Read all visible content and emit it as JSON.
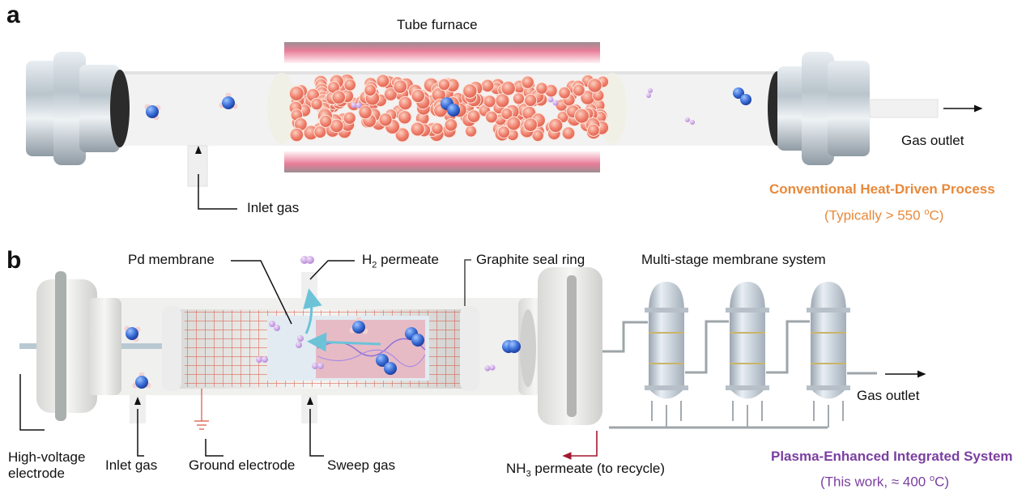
{
  "figure": {
    "panels": [
      {
        "letter": "a",
        "labels": {
          "furnace": "Tube furnace",
          "inlet": "Inlet gas",
          "outlet": "Gas outlet"
        },
        "caption_title": "Conventional Heat-Driven Process",
        "caption_sub_prefix": "(Typically > 550 ",
        "caption_sub_unit_sup": "o",
        "caption_sub_suffix": "C)",
        "accent_color": "#e8893a"
      },
      {
        "letter": "b",
        "labels": {
          "pd_membrane": "Pd membrane",
          "h2_prefix": "H",
          "h2_sub": "2",
          "h2_suffix": " permeate",
          "seal_ring": "Graphite seal ring",
          "multistage": "Multi-stage membrane system",
          "hv_line1": "High-voltage",
          "hv_line2": "electrode",
          "inlet": "Inlet gas",
          "ground": "Ground electrode",
          "sweep": "Sweep gas",
          "nh3_prefix": "NH",
          "nh3_sub": "3",
          "nh3_suffix": " permeate (to recycle)",
          "outlet": "Gas outlet"
        },
        "caption_title": "Plasma-Enhanced Integrated System",
        "caption_sub_prefix": "(This work, ≈ 400 ",
        "caption_sub_unit_sup": "o",
        "caption_sub_suffix": "C)",
        "accent_color": "#7b3fa0"
      }
    ],
    "colors": {
      "catalyst": "#ef7d6a",
      "nh3_n": "#3b6fd8",
      "h2": "#c49be0",
      "n2": "#3e7be0",
      "grid": "#d9543f",
      "flow_arrow": "#6cc3d8",
      "recycle_arrow": "#a3192e"
    }
  }
}
